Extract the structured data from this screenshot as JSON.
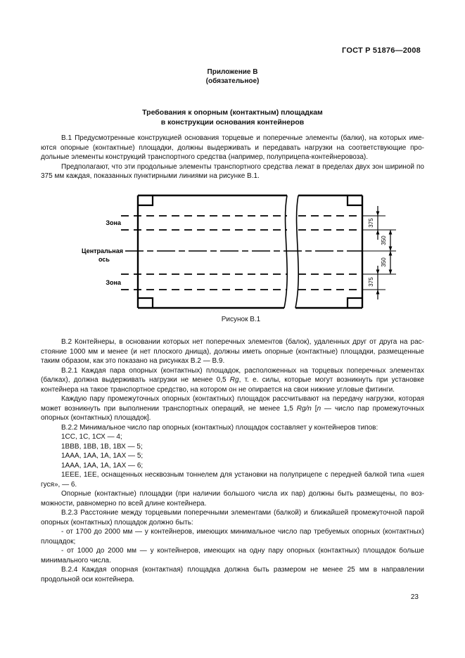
{
  "header": {
    "doc_code": "ГОСТ Р 51876—2008"
  },
  "appendix": {
    "name": "Приложение В",
    "status": "(обязательное)"
  },
  "title": {
    "line1": "Требования к опорным (контактным) площадкам",
    "line2": "в конструкции основания контейнеров"
  },
  "body1": [
    {
      "runs": [
        {
          "t": "В.1 Предусмотренные конструкцией основания торцевые и поперечные элементы (балки), на которых име­ются опорные (контактные) площадки, должны выдерживать и передавать нагрузки на соответствующие про­дольные элементы конструкций транспортного средства (например, полуприцепа-контейнеровоза)."
        }
      ]
    },
    {
      "runs": [
        {
          "t": "Предполагают, что эти продольные элементы транспортного средства лежат в пределах двух зон шириной по 375 мм каждая, показанных пунктирными линиями на рисунке В.1."
        }
      ]
    }
  ],
  "figure": {
    "caption": "Рисунок В.1",
    "label_zone_top": "Зона",
    "label_axis_line1": "Центральная",
    "label_axis_line2": "ось",
    "label_zone_bottom": "Зона",
    "dim_top": "375",
    "dim_upper_mid": "350",
    "dim_lower_mid": "350",
    "dim_bottom": "375"
  },
  "body2": [
    {
      "runs": [
        {
          "t": "В.2 Контейнеры, в основании которых нет поперечных элементов (балок), удаленных друг от друга на рас­стояние 1000 мм и менее (и нет плоского днища), должны иметь опорные (контактные) площадки, размещенные таким образом, как это показано на рисунках В.2 — В.9."
        }
      ]
    },
    {
      "runs": [
        {
          "t": "В.2.1 Каждая пара опорных (контактных) площадок, расположенных на торцевых поперечных элементах (балках), должна выдерживать нагрузки не менее 0,5 "
        },
        {
          "t": "Rg",
          "i": true
        },
        {
          "t": ", т. е. силы, которые могут возникнуть при установке контейнера на такое транспортное средство, на котором он не опирается на свои нижние угловые фитинги."
        }
      ]
    },
    {
      "runs": [
        {
          "t": "Каждую пару промежуточных опорных (контактных) площадок рассчитывают на передачу нагрузки, которая может возникнуть при выполнении транспортных операций, не менее 1,5 "
        },
        {
          "t": "Rg/n",
          "i": true
        },
        {
          "t": " ["
        },
        {
          "t": "n",
          "i": true
        },
        {
          "t": " — число пар промежуточных опорных (контактных) площадок]."
        }
      ]
    },
    {
      "runs": [
        {
          "t": "В.2.2 Минимальное число пар опорных (контактных) площадок составляет у контейнеров типов:"
        }
      ]
    },
    {
      "runs": [
        {
          "t": "1СС, 1С, 1СХ — 4;"
        }
      ]
    },
    {
      "runs": [
        {
          "t": "1ВВВ, 1ВВ, 1В, 1ВХ — 5;"
        }
      ]
    },
    {
      "runs": [
        {
          "t": "1ААА, 1АА, 1А, 1АХ — 5;"
        }
      ]
    },
    {
      "runs": [
        {
          "t": "1ААА, 1АА, 1А, 1АХ — 6;"
        }
      ]
    },
    {
      "runs": [
        {
          "t": "1ЕЕЕ, 1ЕЕ, оснащенных несквозным тоннелем для установки на полуприцепе с передней балкой типа «шея гуся», — 6."
        }
      ]
    },
    {
      "runs": [
        {
          "t": "Опорные (контактные) площадки (при наличии большого числа их пар) должны быть размещены, по воз­можности, равномерно по всей длине контейнера."
        }
      ]
    },
    {
      "runs": [
        {
          "t": "В.2.3 Расстояние между торцевыми поперечными элементами (балкой) и ближайшей промежуточной па­рой опорных (контактных) площадок должно быть:"
        }
      ]
    },
    {
      "runs": [
        {
          "t": "- от 1700 до 2000 мм — у контейнеров, имеющих минимальное число пар требуемых опорных (контактных) площадок;"
        }
      ]
    },
    {
      "runs": [
        {
          "t": "- от 1000 до 2000 мм — у контейнеров, имеющих на одну пару опорных (контактных) площадок больше минимального числа."
        }
      ]
    },
    {
      "runs": [
        {
          "t": "В.2.4 Каждая опорная (контактная) площадка должна быть размером не менее 25 мм в направлении продольной оси контейнера."
        }
      ]
    }
  ],
  "footer": {
    "page_number": "23"
  }
}
